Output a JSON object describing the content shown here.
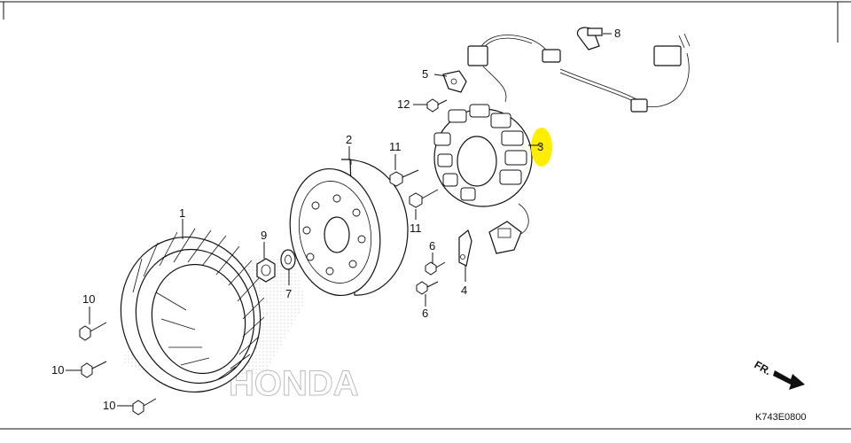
{
  "diagram": {
    "callouts": {
      "p1": "1",
      "p2": "2",
      "p3": "3",
      "p4": "4",
      "p5": "5",
      "p6a": "6",
      "p6b": "6",
      "p7": "7",
      "p8": "8",
      "p9": "9",
      "p10a": "10",
      "p10b": "10",
      "p10c": "10",
      "p11a": "11",
      "p11b": "11",
      "p12": "12"
    },
    "direction_label": "FR.",
    "drawing_code": "K743E0800",
    "watermark": "HONDA",
    "highlight_color": "#ffee00"
  }
}
